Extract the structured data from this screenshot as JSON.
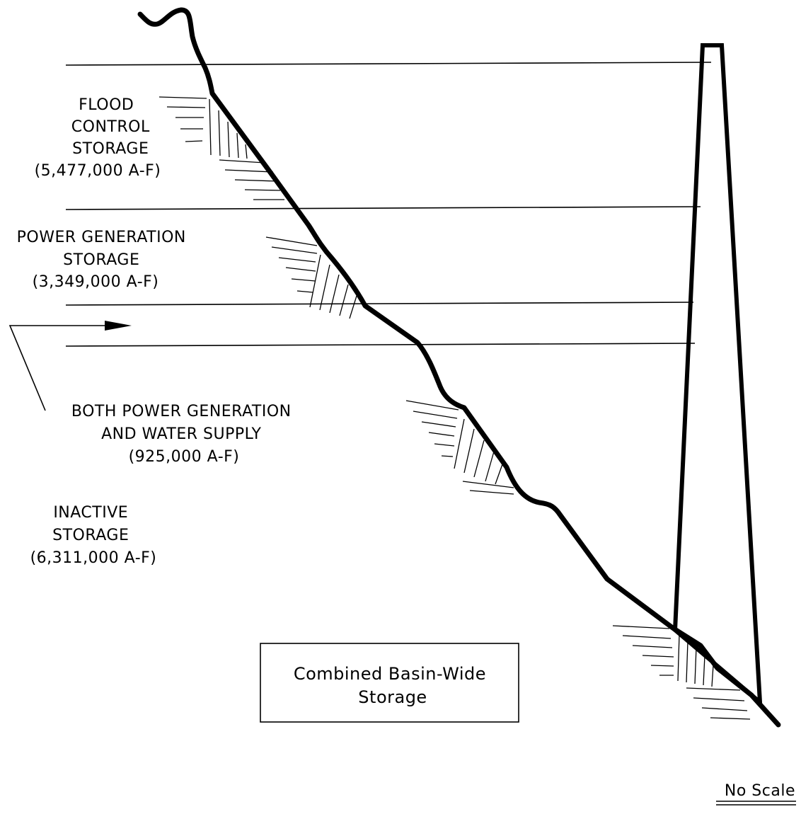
{
  "zones": {
    "flood_control": {
      "lines": [
        "FLOOD",
        "CONTROL",
        "STORAGE",
        "(5,477,000 A-F)"
      ]
    },
    "power_generation": {
      "lines": [
        "POWER GENERATION",
        "STORAGE",
        "(3,349,000 A-F)"
      ]
    },
    "joint_use": {
      "lines": [
        "BOTH POWER GENERATION",
        "AND WATER SUPPLY",
        "(925,000 A-F)"
      ]
    },
    "inactive": {
      "lines": [
        "INACTIVE",
        "STORAGE",
        "(6,311,000 A-F)"
      ]
    }
  },
  "caption": {
    "lines": [
      "Combined Basin-Wide",
      "Storage"
    ]
  },
  "scale_note": "No Scale",
  "colors": {
    "ink": "#000000",
    "background": "#ffffff"
  }
}
